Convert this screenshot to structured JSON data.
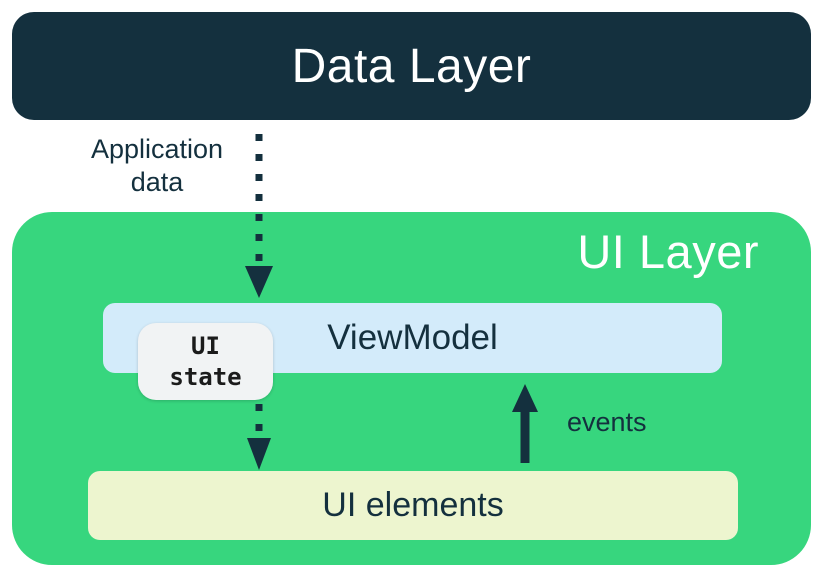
{
  "colors": {
    "navy": "#14303e",
    "green": "#37d67e",
    "light_blue": "#d3ebfa",
    "light_yellow": "#edf5cf",
    "light_gray": "#f1f3f4",
    "code_text": "#1b1b1b",
    "white": "#ffffff"
  },
  "diagram": {
    "data_layer": {
      "label": "Data Layer"
    },
    "application_data": {
      "line1": "Application",
      "line2": "data"
    },
    "ui_layer": {
      "label": "UI Layer"
    },
    "viewmodel": {
      "label": "ViewModel"
    },
    "ui_state": {
      "line1": "UI",
      "line2": "state"
    },
    "events": {
      "label": "events"
    },
    "ui_elements": {
      "label": "UI elements"
    }
  }
}
